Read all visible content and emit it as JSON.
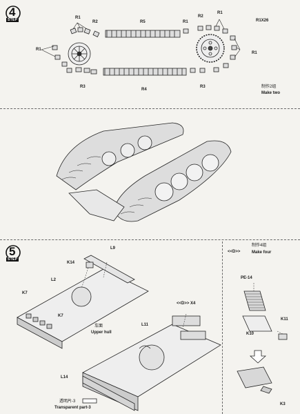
{
  "step4": {
    "number": "4",
    "word": "STEP",
    "part_labels": {
      "r1_left_top": "R1",
      "r1_left_side": "R1",
      "r2_left": "R2",
      "r5": "R5",
      "r1_mid": "R1",
      "r2_right": "R2",
      "r1_right_top": "R1",
      "r1x26": "R1X26",
      "r1_right_side": "R1",
      "r3_left": "R3",
      "r4": "R4",
      "r3_right": "R3"
    },
    "make_two_cn": "制作2组",
    "make_two_en": "Make two"
  },
  "step5": {
    "number": "5",
    "word": "STEP",
    "part_labels": {
      "l9": "L9",
      "k14": "K14",
      "l2": "L2",
      "k7_left": "K7",
      "k7_right": "K7",
      "l11": "L11",
      "l14": "L14",
      "x4_note": "<<D>> X4"
    },
    "upper_hull_cn": "车面",
    "upper_hull_en": "Upper hull",
    "transparent_cn": "透明片-3",
    "transparent_en": "Transparent part-3"
  },
  "subassembly_d": {
    "title": "<<D>>",
    "make_four_cn": "制作4组",
    "make_four_en": "Make four",
    "labels": {
      "pe14": "PE-14",
      "k11": "K11",
      "k10": "K10",
      "k3": "K3"
    }
  }
}
